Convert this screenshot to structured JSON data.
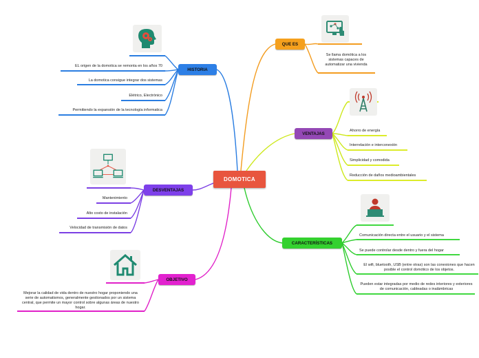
{
  "central": {
    "label": "DOMOTICA"
  },
  "branches": {
    "que_es": {
      "label": "QUE ES",
      "color": "#f39c1f",
      "icon": "automation-screen-icon",
      "items": [
        "Se llama domótica a los sistemas capaces de automatizar una vivienda"
      ]
    },
    "ventajas": {
      "label": "VENTAJAS",
      "color": "#8e44ad",
      "icon": "antenna-signal-icon",
      "items": [
        "Ahorro de energía",
        "Interrelación e interconexión",
        "Simplicidad y comodida",
        "Reducción de daños medioambientales"
      ]
    },
    "caracteristicas": {
      "label": "CARACTERÍSTICAS",
      "color": "#2ecc2e",
      "icon": "user-computer-icon",
      "items": [
        "Comunicación directa entre el usuario y el sistema",
        "Se puede controlar desde dentro y fuera del hogar",
        "El wifi, bluetooth, USB (entre otras) son las conexiones que hacen posible el control domótico de los objetos.",
        "Pueden estar integradas por medio de redes interiores y exteriores de comunicación, cableadas o inalámbricas"
      ]
    },
    "historia": {
      "label": "HISTORIA",
      "color": "#2a7de1",
      "icon": "head-gears-icon",
      "items": [
        "EL origen de la domotica se remonta en los años 70",
        "La domotica consigue integrar dos sistemas",
        "Elétrico, Electrónico",
        "Permitiendo la expansión de la tecnología informatica"
      ]
    },
    "desventajas": {
      "label": "DESVENTAJAS",
      "color": "#7b3fe4",
      "icon": "network-computers-icon",
      "items": [
        "Mantenimiento",
        "Alto costo de instalación",
        "Velocidad de transmisión de datos"
      ]
    },
    "objetivo": {
      "label": "OBJETIVO",
      "color": "#e020c8",
      "icon": "house-icon",
      "items": [
        "Mejorar la calidad de vida dentro de nuestro hogar proponiendo una serie de automatismos, generalmente gestionados por un sistema central, que permite un mayor control sobre algunas áreas de nuestro hogar."
      ]
    }
  }
}
